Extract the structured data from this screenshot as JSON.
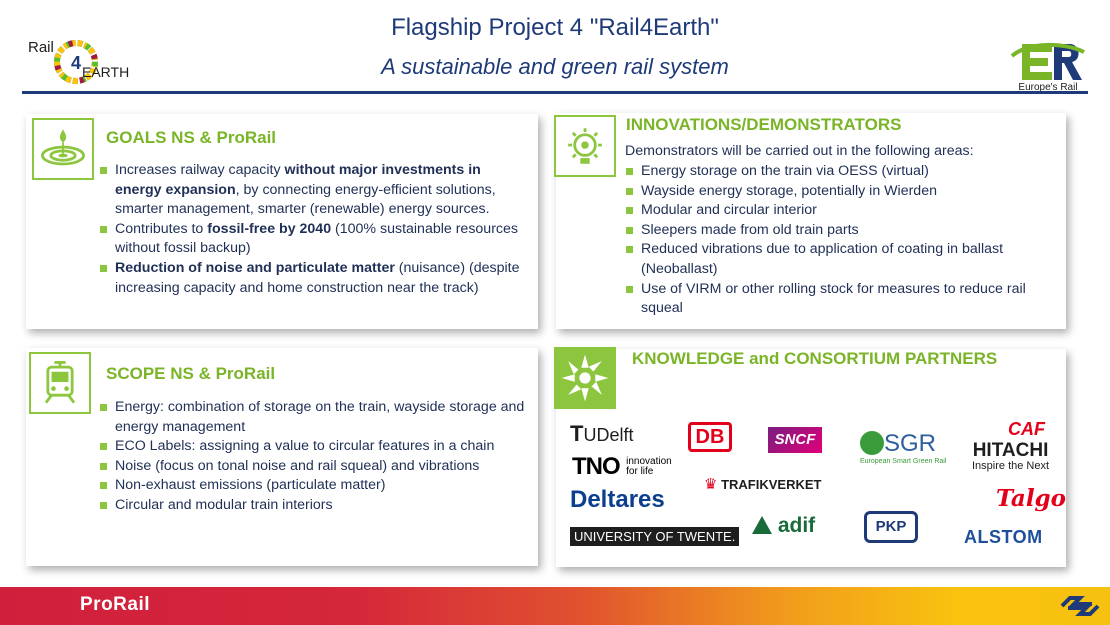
{
  "header": {
    "title": "Flagship Project 4 \"Rail4Earth\"",
    "subtitle": "A sustainable and green rail system",
    "left_logo": {
      "rail": "Rail",
      "four": "4",
      "earth": "EARTH",
      "icon": "rail4earth-logo"
    },
    "right_logo": {
      "text": "Europe's Rail",
      "mark": "ER",
      "icon": "europes-rail-logo"
    }
  },
  "goals": {
    "title": "GOALS NS & ProRail",
    "icon": "water-drop-icon",
    "items": [
      {
        "parts": [
          {
            "t": "Increases railway capacity ",
            "b": false
          },
          {
            "t": "without major investments in energy expansion",
            "b": true
          },
          {
            "t": ", by connecting energy-efficient solutions, smarter management, smarter (renewable) energy sources.",
            "b": false
          }
        ]
      },
      {
        "parts": [
          {
            "t": "Contributes to ",
            "b": false
          },
          {
            "t": "fossil-free by 2040",
            "b": true
          },
          {
            "t": " (100% sustainable resources without fossil backup)",
            "b": false
          }
        ]
      },
      {
        "parts": [
          {
            "t": "Reduction of noise and particulate matter",
            "b": true
          },
          {
            "t": " (nuisance) (despite increasing capacity and home construction near the track)",
            "b": false
          }
        ]
      }
    ]
  },
  "innovations": {
    "title": "INNOVATIONS/DEMONSTRATORS",
    "icon": "lightbulb-gear-icon",
    "intro": "Demonstrators will be carried out in the following areas:",
    "items": [
      "Energy storage on the train via OESS (virtual)",
      "Wayside energy storage, potentially in Wierden",
      "Modular and circular interior",
      "Sleepers made from old train parts",
      "Reduced vibrations due to application of coating in ballast (Neoballast)",
      "Use of VIRM or other rolling stock for measures to reduce rail squeal"
    ]
  },
  "scope": {
    "title": "SCOPE NS & ProRail",
    "icon": "train-icon",
    "items": [
      "Energy: combination of storage on the train, wayside storage and energy management",
      "ECO Labels: assigning a value to circular features in a chain",
      "Noise (focus on tonal noise and rail squeal) and vibrations",
      "Non-exhaust emissions (particulate matter)",
      "Circular and modular train interiors"
    ]
  },
  "knowledge": {
    "title": "KNOWLEDGE and CONSORTIUM PARTNERS",
    "icon": "hands-together-icon",
    "partners": {
      "tudelft": {
        "t": "T",
        "rest": "UDelft"
      },
      "tno": {
        "name": "TNO",
        "tag1": "innovation",
        "tag2": "for life"
      },
      "deltares": "Deltares",
      "twente": "UNIVERSITY OF TWENTE.",
      "db": "DB",
      "trafikverket": "TRAFIKVERKET",
      "sncf": "SNCF",
      "adif": "adif",
      "esgr": {
        "name": "SGR",
        "tag": "European Smart Green Rail"
      },
      "pkp": "PKP",
      "caf": "CAF",
      "hitachi": {
        "name": "HITACHI",
        "tag": "Inspire the Next"
      },
      "talgo": "Talgo",
      "alstom": "ALSTOM"
    }
  },
  "footer": {
    "prorail": "ProRail",
    "ns_icon": "ns-logo"
  },
  "colors": {
    "accent_green": "#8cc63e",
    "title_green": "#7ab527",
    "navy": "#1e3a78",
    "text": "#1f2f55"
  }
}
